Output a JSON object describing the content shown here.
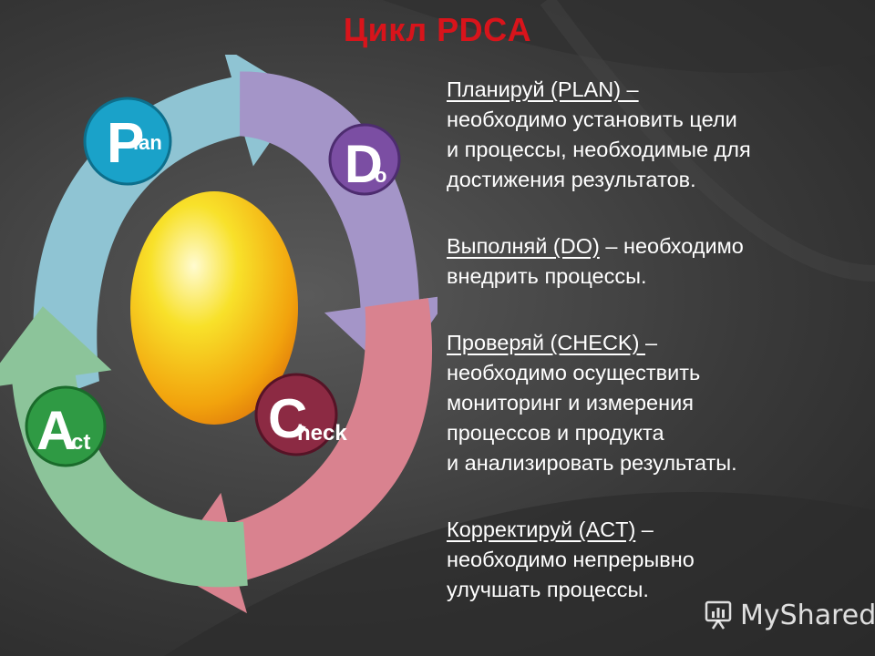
{
  "slide": {
    "title": "Цикл PDCA"
  },
  "cycle": {
    "plan": {
      "big": "P",
      "small": "lan",
      "color": "#1aa2c9",
      "arrow": "#8fc4d3"
    },
    "do": {
      "big": "D",
      "small": "o",
      "color": "#7b4ea3",
      "arrow": "#a495c8"
    },
    "check": {
      "big": "C",
      "small": "heck",
      "color": "#8c2a43",
      "arrow": "#d9828f"
    },
    "act": {
      "big": "A",
      "small": "ct",
      "color": "#2f9a44",
      "arrow": "#8cc49a"
    },
    "core_color": "#f7d417"
  },
  "items": [
    {
      "lead": "Планируй (PLAN) –",
      "body": "необходимо  установить цели\nи процессы, необходимые для\nдостижения результатов."
    },
    {
      "lead": "Выполняй (DO)",
      "after": " – ",
      "body": "необходимо\nвнедрить процессы."
    },
    {
      "lead": "Проверяй (CHECK) ",
      "after": "–",
      "body": "необходимо  осуществить\nмониторинг и измерения\nпроцессов  и  продукта\nи анализировать результаты."
    },
    {
      "lead": "Корректируй (ACT)",
      "after": " –",
      "body": "необходимо  непрерывно\nулучшать процессы."
    }
  ],
  "watermark": {
    "text": "MyShared",
    "icon": "presentation-icon"
  }
}
